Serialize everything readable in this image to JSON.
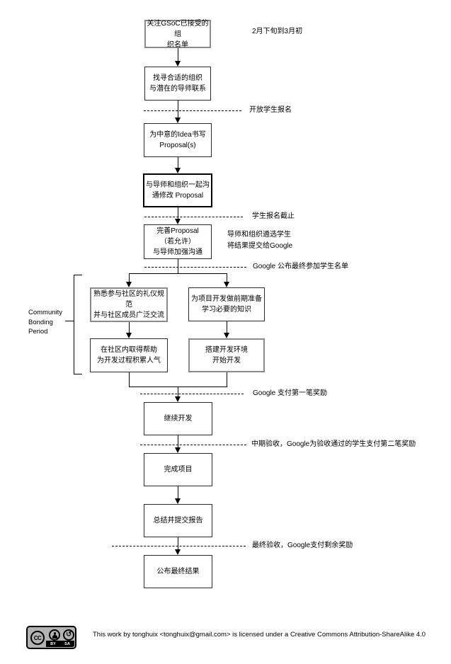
{
  "diagram": {
    "nodes": {
      "watch_org_list": {
        "label": "关注GSoC已接受的组\n织名单"
      },
      "find_org": {
        "label": "找寻合适的组织\n与潜在的导师联系"
      },
      "write_proposal": {
        "label": "为中意的Idea书写\nProposal(s)"
      },
      "revise_proposal": {
        "label": "与导师和组织一起沟\n通修改 Proposal"
      },
      "refine_proposal": {
        "label": "完善Proposal\n（若允许）\n与导师加强沟通"
      },
      "community_etiquette": {
        "label": "熟悉参与社区的礼仪规范\n并与社区成员广泛交流"
      },
      "prepare_dev": {
        "label": "为项目开发做前期准备\n学习必要的知识"
      },
      "get_help": {
        "label": "在社区内取得帮助\n为开发过程积累人气"
      },
      "setup_env": {
        "label": "搭建开发环境\n开始开发"
      },
      "continue_dev": {
        "label": "继续开发"
      },
      "finish_project": {
        "label": "完成项目"
      },
      "submit_report": {
        "label": "总结并提交报告"
      },
      "announce_results": {
        "label": "公布最终结果"
      }
    },
    "annotations": {
      "timeline": "2月下旬到3月初",
      "selection": "导师和组织遴选学生\n将结果提交给Google",
      "bracket": "Community\nBonding\nPeriod"
    },
    "milestones": {
      "open_signup": "开放学生报名",
      "signup_deadline": "学生报名截止",
      "announce_students": "Google 公布最终参加学生名单",
      "first_payment": "Google 支付第一笔奖励",
      "midterm": "中期验收，Google为验收通过的学生支付第二笔奖励",
      "final_payment": "最终验收，Google支付剩余奖励"
    }
  },
  "footer": {
    "license_text": "This work by tonghuix <tonghuix@gmail.com> is licensed under a Creative Commons Attribution-ShareAlike 4.0",
    "badge": {
      "cc": "CC",
      "by": "BY",
      "sa": "SA"
    }
  },
  "colors": {
    "line": "#000000",
    "grey_border": "#8a8a8a",
    "badge_background": "#b3b3b3"
  }
}
